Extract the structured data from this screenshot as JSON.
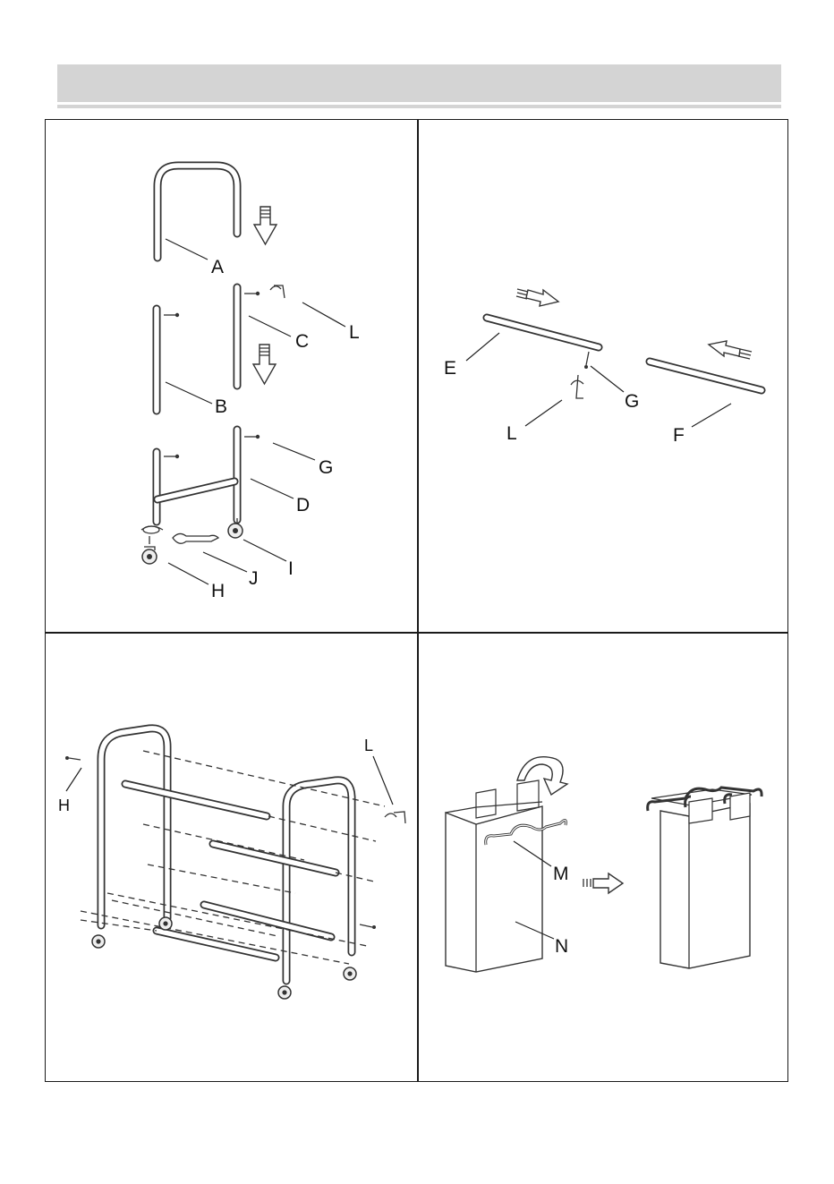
{
  "steps": [
    {
      "labels": {
        "a": "A",
        "b": "B",
        "c": "C",
        "d": "D",
        "g": "G",
        "h": "H",
        "i": "I",
        "j": "J",
        "l": "L"
      }
    },
    {
      "labels": {
        "e": "E",
        "f": "F",
        "g": "G",
        "l": "L"
      }
    },
    {
      "labels": {
        "h": "H",
        "l": "L"
      }
    },
    {
      "labels": {
        "m": "M",
        "n": "N"
      }
    }
  ],
  "icons": [
    "down-arrow-icon",
    "right-arrow-icon",
    "left-arrow-icon",
    "allen-key-icon",
    "wrench-icon",
    "caster-wheel-icon",
    "screw-icon",
    "rotate-arrow-icon"
  ]
}
